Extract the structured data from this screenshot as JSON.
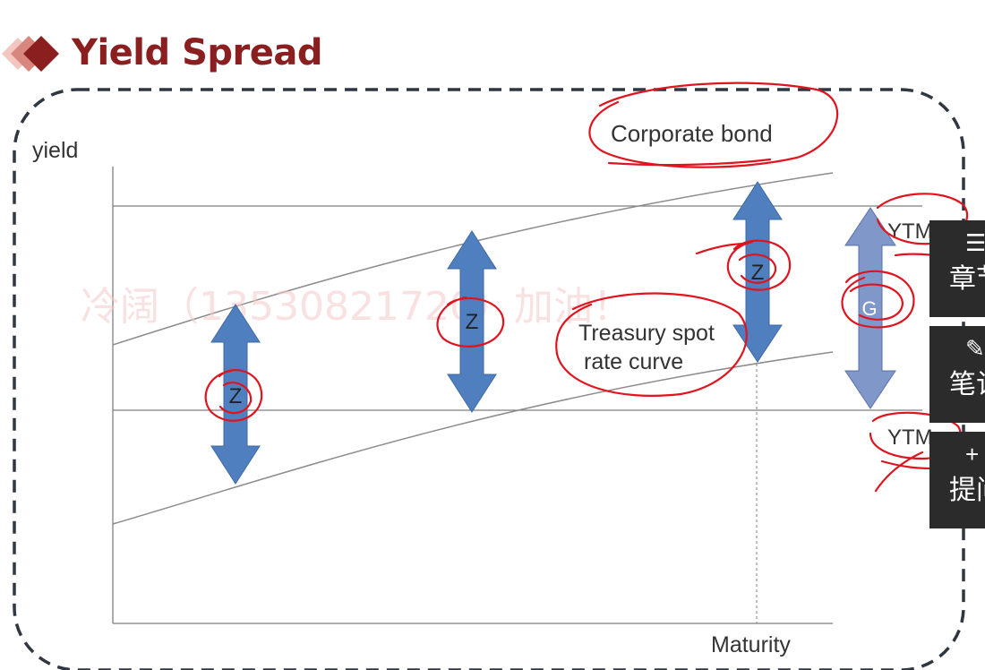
{
  "title": "Yield Spread",
  "axes": {
    "y_label": "yield",
    "x_label": "Maturity"
  },
  "curves": {
    "corporate_label": "Corporate bond",
    "treasury_label_line1": "Treasury spot",
    "treasury_label_line2": "rate curve"
  },
  "z_spreads": [
    {
      "label": "Z"
    },
    {
      "label": "Z"
    },
    {
      "label": "Z"
    }
  ],
  "g_spread": {
    "label": "G"
  },
  "ytm_labels": {
    "top": "YTM",
    "bottom": "YTM"
  },
  "watermark": "冷阔（13530821720）加油！",
  "side_panel": [
    {
      "label": "章节",
      "icon": "list-icon",
      "glyph": "☰"
    },
    {
      "label": "笔记",
      "icon": "pencil-icon",
      "glyph": "✎"
    },
    {
      "label": "提问",
      "icon": "question-add-icon",
      "glyph": "+"
    }
  ],
  "colors": {
    "title": "#8b1f20",
    "arrow_fill": "#4f7fbe",
    "g_arrow_fill": "#7f97c9",
    "annotation_red": "#e0141e",
    "frame": "#2f3742",
    "axis": "#7f7f7f",
    "text": "#333333"
  }
}
